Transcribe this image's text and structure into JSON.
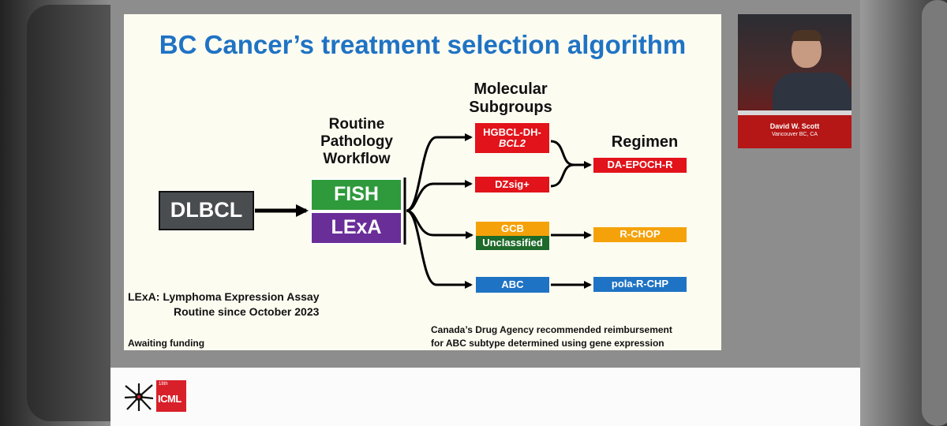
{
  "slide": {
    "title": "BC Cancer’s treatment selection algorithm",
    "source_box": "DLBCL",
    "workflow": {
      "heading": [
        "Routine",
        "Pathology",
        "Workflow"
      ],
      "fish": "FISH",
      "lexa": "LExA"
    },
    "subgroups": {
      "heading": [
        "Molecular",
        "Subgroups"
      ],
      "items": [
        {
          "line1": "HGBCL-DH-",
          "line2": "BCL2"
        },
        {
          "line1": "DZsig+"
        },
        {
          "line1": "GCB"
        },
        {
          "line1": "Unclassified"
        },
        {
          "line1": "ABC"
        }
      ]
    },
    "regimen": {
      "heading": "Regimen",
      "items": [
        "DA-EPOCH-R",
        "R-CHOP",
        "pola-R-CHP"
      ]
    },
    "notes": {
      "lexa_def": "LExA: Lymphoma Expression Assay",
      "routine": "Routine since October 2023",
      "awaiting": "Awaiting funding",
      "cda_1": "Canada’s Drug Agency recommended reimbursement",
      "cda_2": "for ABC subtype determined using gene expression"
    },
    "colors": {
      "title": "#1f73c4",
      "dlbcl": "#4a4d4f",
      "fish": "#2f9a3c",
      "lexa": "#6a2e99",
      "red": "#e2131a",
      "orange": "#f5a20a",
      "dark_green": "#1e6a2a",
      "blue": "#1f73c4"
    }
  },
  "speaker": {
    "name": "David W. Scott",
    "location": "Vancouver BC, CA"
  },
  "footer": {
    "badge_sup": "18th",
    "badge_name": "ICML"
  }
}
